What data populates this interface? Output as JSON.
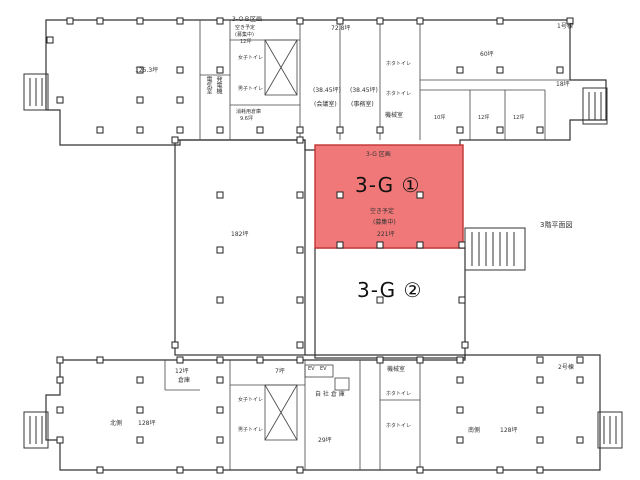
{
  "floor_title": "3階平面図",
  "highlight_color": "#f07878",
  "units": {
    "g1_header": "3-G 区画",
    "g1_name": "3-G ①",
    "g1_status": "空き予定",
    "g1_recruit": "(募集中)",
    "g1_area": "221坪",
    "g2_name": "3-G ②"
  },
  "top": {
    "block_tl_area": "125.3坪",
    "ob_header": "3-ＯＢ区画",
    "ob_status": "空き予定",
    "ob_recruit": "(募集中)",
    "ob_area": "12坪",
    "room_72": "72.8坪",
    "meeting_area": "(38.45坪)",
    "meeting_name": "(会議室)",
    "office_area": "(38.45坪)",
    "office_name": "(事務室)",
    "machine_room": "機械室",
    "area_60": "60坪",
    "bldg_1": "1号棟",
    "area_18": "18坪",
    "area_10": "10坪",
    "area_12a": "12坪",
    "area_12b": "12坪",
    "toilet_w": "女子トイレ",
    "toilet_m": "男子トイレ",
    "toilet_e": "ホタトイレ",
    "toilet_e2": "ホタトイレ",
    "elec_room": "電気室",
    "cons_storage": "消耗用倉庫",
    "cons_area": "9.6坪",
    "gen_room": "発電機"
  },
  "middle": {
    "area_182": "182坪"
  },
  "bottom": {
    "area_12": "12坪",
    "storage": "倉庫",
    "area_7": "7坪",
    "ev1": "EV",
    "ev2": "EV",
    "company_storage": "自 社 倉 庫",
    "machine_room": "機械室",
    "bldg_2": "2号棟",
    "north": "北側",
    "north_area": "128坪",
    "south": "南側",
    "south_area": "128坪",
    "area_29": "29坪",
    "toilet_w": "女子トイレ",
    "toilet_m": "男子トイレ",
    "toilet_e": "ホタトイレ",
    "toilet_e2": "ホタトイレ"
  }
}
